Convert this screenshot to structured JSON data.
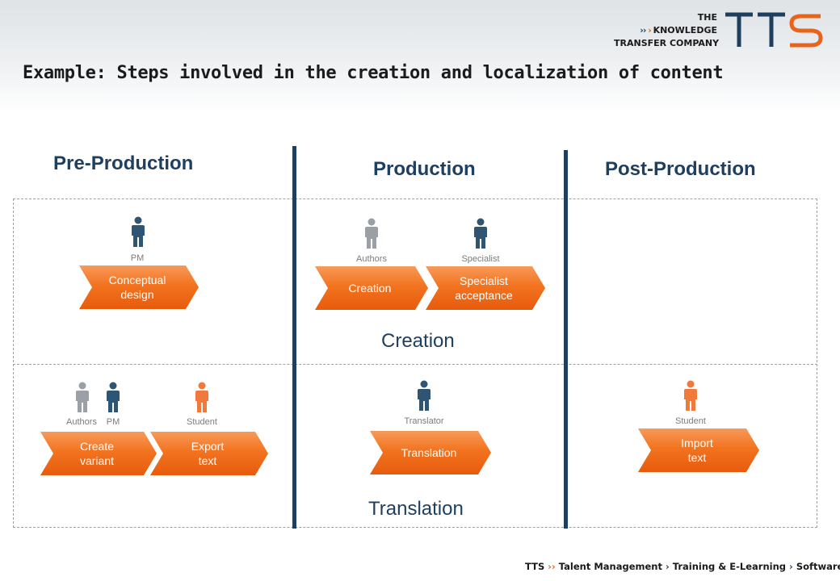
{
  "header": {
    "title": "Example: Steps involved in the creation and localization of content",
    "logo_line1": "THE",
    "logo_line2": "KNOWLEDGE",
    "logo_line3": "TRANSFER COMPANY",
    "logo_mark": "TTS"
  },
  "phases": {
    "pre": "Pre-Production",
    "production": "Production",
    "post": "Post-Production"
  },
  "rows": {
    "creation": "Creation",
    "translation": "Translation"
  },
  "roles": {
    "pm_top": "PM",
    "authors_top": "Authors",
    "specialist": "Specialist",
    "authors_bottom": "Authors",
    "pm_bottom": "PM",
    "student_export": "Student",
    "translator": "Translator",
    "student_import": "Student"
  },
  "steps": {
    "conceptual_design": "Conceptual\ndesign",
    "creation": "Creation",
    "specialist_acceptance": "Specialist\nacceptance",
    "create_variant": "Create\nvariant",
    "export_text": "Export\ntext",
    "translation": "Translation",
    "import_text": "Import\ntext"
  },
  "footer": {
    "brand": "TTS",
    "item1": "Talent Management",
    "item2": "Training & E-Learning",
    "item3": "Software"
  },
  "colors": {
    "navy": "#1f3f60",
    "person_dark": "#2e5573",
    "person_gray": "#9aa0a6",
    "person_orange": "#f07a3c",
    "arrow_orange": "#f2731f"
  }
}
